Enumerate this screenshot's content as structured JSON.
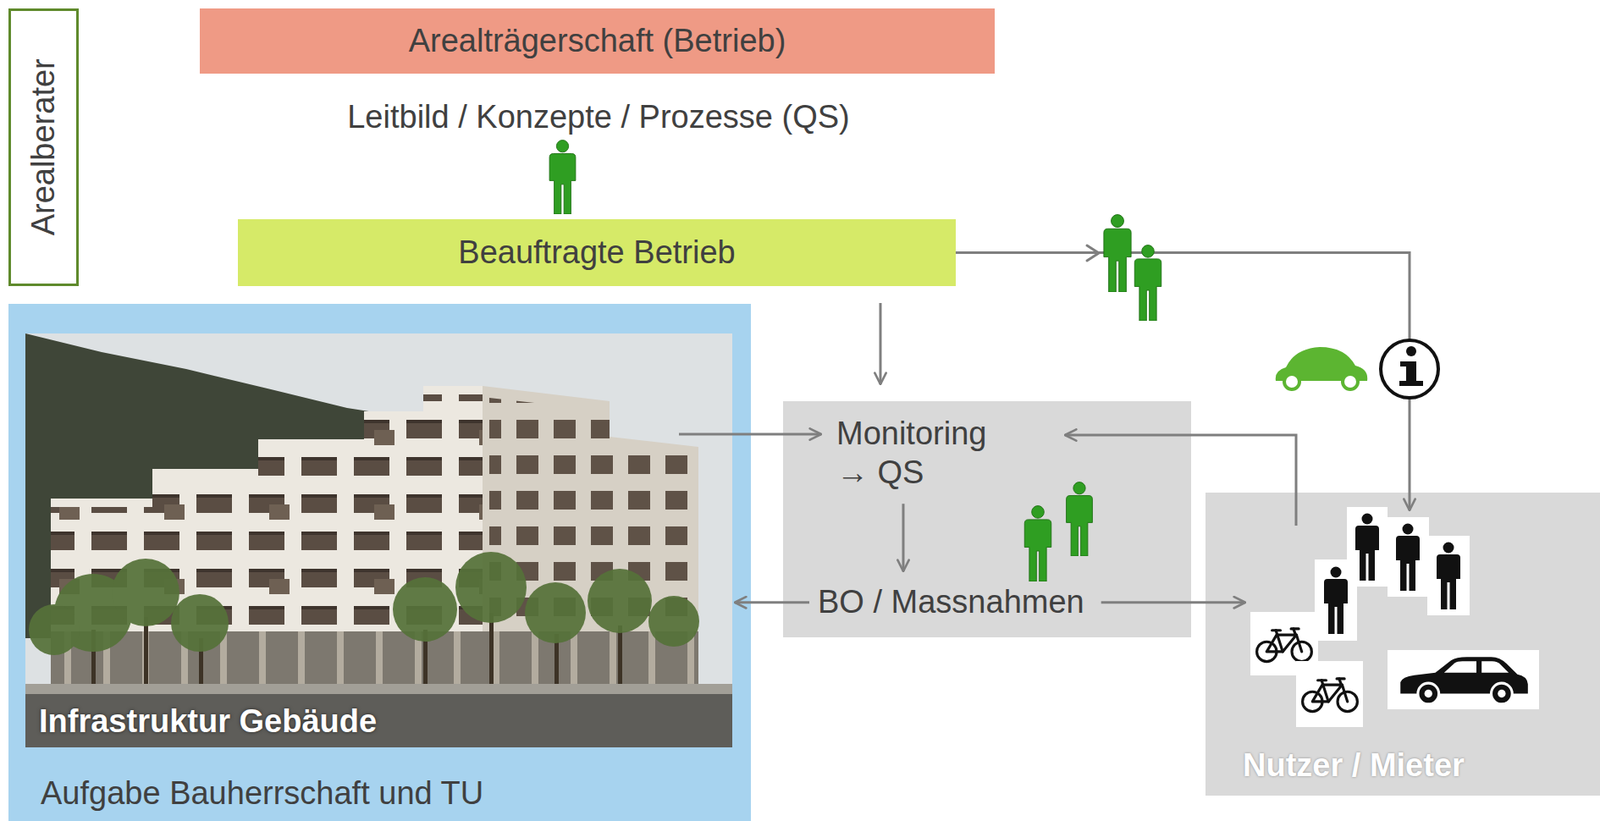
{
  "diagram": {
    "nodes": [
      {
        "text": [
          "Arealberater"
        ]
      },
      {
        "text": [
          "Arealträgerschaft (Betrieb)"
        ]
      },
      {
        "text": [
          "Beauftragte Betrieb"
        ]
      },
      {
        "text": [
          "Aufgabe Bauherrschaft und TU"
        ]
      },
      {
        "text": [
          "Infrastruktur Gebäude"
        ],
        "in": 3
      },
      {
        "text": [
          "Monitoring → QS"
        ]
      },
      {
        "text": [
          "BO / Massnahmen"
        ]
      },
      {
        "text": [
          "Nutzer / Mieter"
        ]
      }
    ],
    "edges": [
      {
        "from": 2,
        "to": 7,
        "arrow": "to"
      },
      {
        "from": 2,
        "to": 5,
        "arrow": "to"
      },
      {
        "from": 4,
        "to": 5,
        "arrow": "to"
      },
      {
        "from": 7,
        "to": 5,
        "arrow": "to"
      },
      {
        "from": 5,
        "to": 6,
        "arrow": "to"
      },
      {
        "from": 6,
        "to": 4,
        "arrow": "to"
      },
      {
        "from": 6,
        "to": 7,
        "arrow": "to"
      }
    ],
    "labels": [
      "Leitbild / Konzepte / Prozesse (QS)"
    ]
  }
}
